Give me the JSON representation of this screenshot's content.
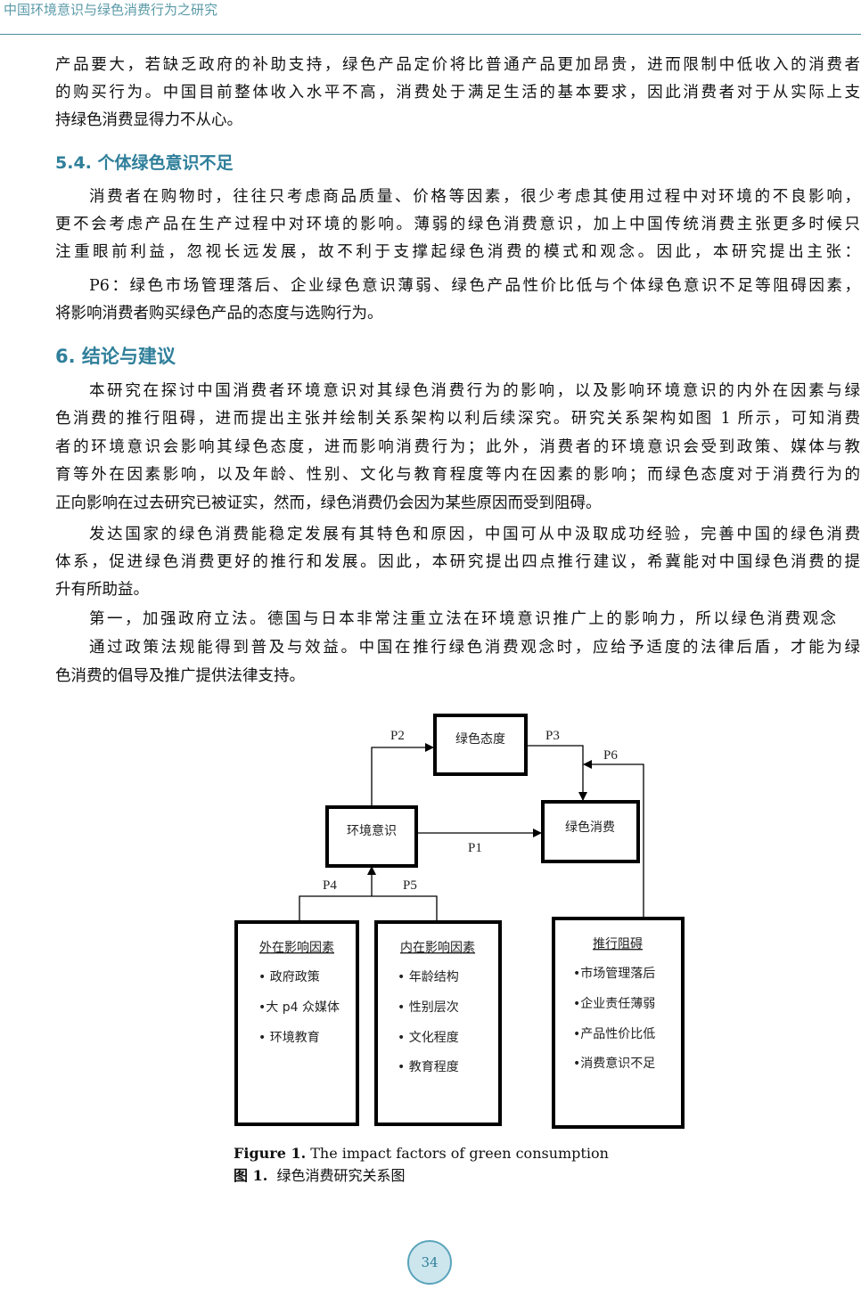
{
  "header": {
    "title": "中国环境意识与绿色消费行为之研究"
  },
  "body": {
    "p1": [
      "产品要大，若缺乏政府的补助支持，绿色产品定价将比普通产品更加昂贵，进而限制中低收入的消费者",
      "的购买行为。中国目前整体收入水平不高，消费处于满足生活的基本要求，因此消费者对于从实际上支",
      "持绿色消费显得力不从心。"
    ],
    "h54": "5.4.  个体绿色意识不足",
    "p2": [
      "消费者在购物时，往往只考虑商品质量、价格等因素，很少考虑其使用过程中对环境的不良影响，",
      "更不会考虑产品在生产过程中对环境的影响。薄弱的绿色消费意识，加上中国传统消费主张更多时候只",
      "注重眼前利益，忽视长远发展，故不利于支撑起绿色消费的模式和观念。因此，本研究提出主张："
    ],
    "p3": [
      "P6：绿色市场管理落后、企业绿色意识薄弱、绿色产品性价比低与个体绿色意识不足等阻碍因素，",
      "将影响消费者购买绿色产品的态度与选购行为。"
    ],
    "h6": "6.  结论与建议",
    "p4": [
      "本研究在探讨中国消费者环境意识对其绿色消费行为的影响，以及影响环境意识的内外在因素与绿",
      "色消费的推行阻碍，进而提出主张并绘制关系架构以利后续深究。研究关系架构如图 1 所示，可知消费",
      "者的环境意识会影响其绿色态度，进而影响消费行为；此外，消费者的环境意识会受到政策、媒体与教",
      "育等外在因素影响，以及年龄、性别、文化与教育程度等内在因素的影响；而绿色态度对于消费行为的",
      "正向影响在过去研究已被证实，然而，绿色消费仍会因为某些原因而受到阻碍。"
    ],
    "p5": [
      "发达国家的绿色消费能稳定发展有其特色和原因，中国可从中汲取成功经验，完善中国的绿色消费",
      "体系，促进绿色消费更好的推行和发展。因此，本研究提出四点推行建议，希冀能对中国绿色消费的提",
      "升有所助益。"
    ],
    "p6": [
      "第一，加强政府立法。德国与日本非常注重立法在环境意识推广上的影响力，所以绿色消费观念",
      "通过政策法规能得到普及与效益。中国在推行绿色消费观念时，应给予适度的法律后盾，才能为绿",
      "色消费的倡导及推广提供法律支持。"
    ]
  },
  "diagram": {
    "attitude": "绿色态度",
    "awareness": "环境意识",
    "consumption": "绿色消费",
    "p1": "P1",
    "p2": "P2",
    "p3": "P3",
    "p4": "P4",
    "p5": "P5",
    "p6": "P6",
    "external": {
      "title": "外在影响因素",
      "items": [
        "• 政府政策",
        "•大 p4 众媒体",
        "• 环境教育"
      ]
    },
    "internal": {
      "title": "内在影响因素",
      "items": [
        "• 年龄结构",
        "• 性别层次",
        "• 文化程度",
        "• 教育程度"
      ]
    },
    "barriers": {
      "title": "推行阻碍",
      "items": [
        "•市场管理落后",
        "•企业责任薄弱",
        "•产品性价比低",
        "•消费意识不足"
      ]
    }
  },
  "caption": {
    "en_label": "Figure 1.",
    "en_text": " The impact factors of green consumption",
    "zh_label": "图 1.",
    "zh_text": "  绿色消费研究关系图"
  },
  "page_number": "34"
}
